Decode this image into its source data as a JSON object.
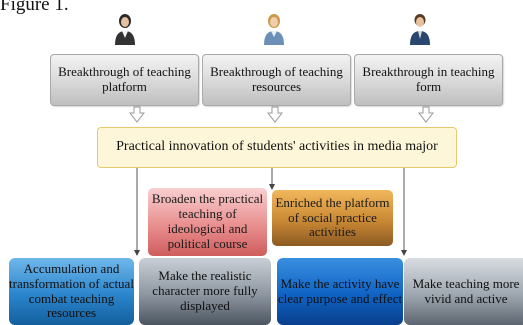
{
  "caption": "Figure 1.",
  "icons": {
    "left": "person-icon-dark",
    "middle": "person-icon-light",
    "right": "person-icon-blue"
  },
  "top_row": [
    "Breakthrough of teaching platform",
    "Breakthrough of teaching resources",
    "Breakthrough in teaching form"
  ],
  "center": "Practical innovation of students' activities in media major",
  "middle_row": {
    "left": "Broaden the practical teaching of ideological and political course",
    "right": "Enriched the platform of social practice activities"
  },
  "bottom_row": [
    "Accumulation and transformation of actual combat teaching resources",
    "Make the realistic character more fully displayed",
    "Make the activity have clear purpose and effect",
    "Make teaching more vivid and active"
  ],
  "colors": {
    "top_box": "#d8d8d8",
    "center_box": "#fdf6d8",
    "middle_left": "#e98f8f",
    "middle_right": "#c98934",
    "bottom_1": "#2b85cc",
    "bottom_2": "#8d96a0",
    "bottom_3": "#0f63c4",
    "bottom_4": "#9ea6af"
  }
}
